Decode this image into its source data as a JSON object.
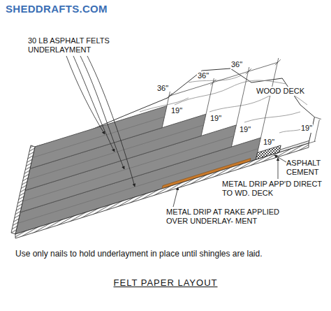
{
  "diagram": {
    "title": "FELT PAPER LAYOUT",
    "labels": [
      "SHEDDRAFTS.COM",
      "30 LB ASPHALT FELTS UNDERLAYMENT",
      "WOOD DECK",
      "36\"",
      "36\"",
      "36\"",
      "19\"",
      "19\"",
      "19\"",
      "19\"",
      "19\"",
      "ASPHALT CEMENT",
      "METAL DRIP APP'D DIRECT TO WD. DECK",
      "METAL DRIP AT RAKE APPLIED OVER UNDERLAY- MENT",
      "Use only nails to hold underlayment in place until shingles are laid."
    ]
  }
}
